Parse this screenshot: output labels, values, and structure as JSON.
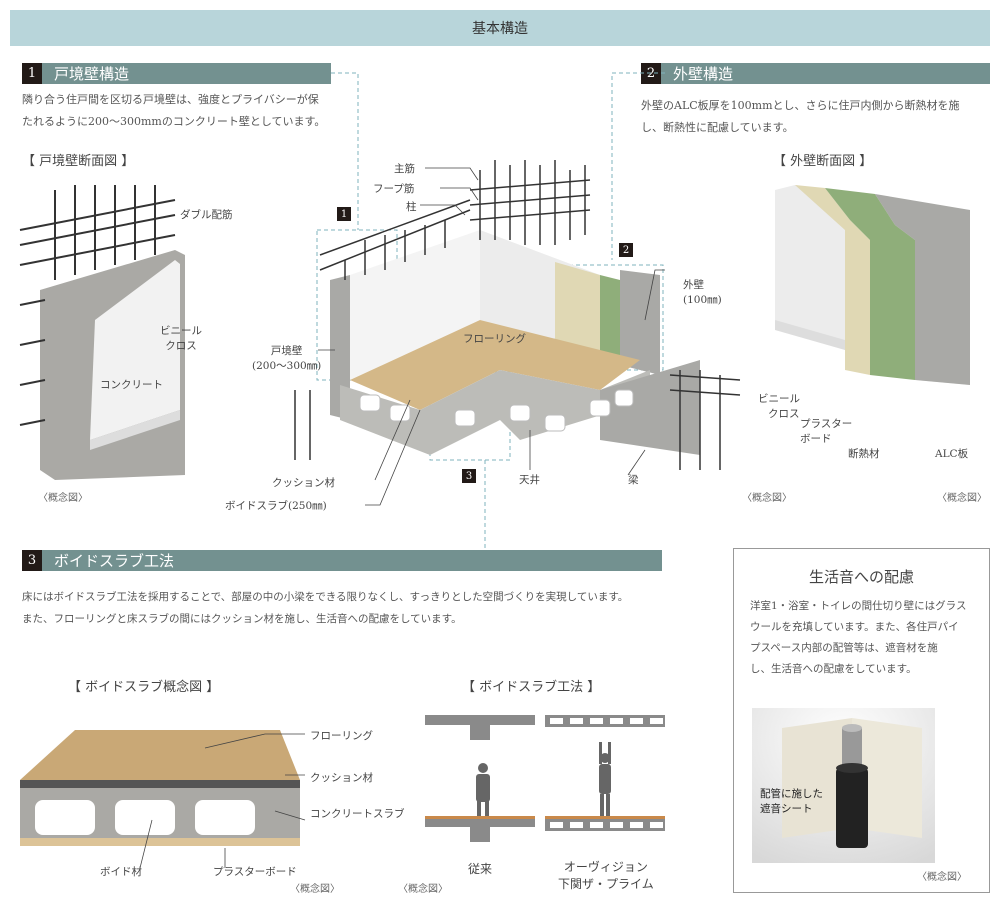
{
  "banner": {
    "title": "基本構造"
  },
  "s1": {
    "num": "1",
    "title": "戸境壁構造",
    "lines": [
      "隣り合う住戸間を区切る戸境壁は、強度とプライバシーが保",
      "たれるように200〜300mmのコンクリート壁としています。"
    ],
    "sub": "【 戸境壁断面図 】",
    "labels": {
      "rebar": "ダブル配筋",
      "cloth1": "ビニール",
      "cloth2": "クロス",
      "concrete": "コンクリート"
    },
    "note": "〈概念図〉"
  },
  "s2": {
    "num": "2",
    "title": "外壁構造",
    "lines": [
      "外壁のALC板厚を100mmとし、さらに住戸内側から断熱材を施",
      "し、断熱性に配慮しています。"
    ],
    "sub": "【 外壁断面図 】",
    "labels": {
      "cloth1": "ビニール",
      "cloth2": "クロス",
      "board1": "プラスター",
      "board2": "ボード",
      "insul": "断熱材",
      "alc": "ALC板"
    },
    "note1": "〈概念図〉",
    "note2": "〈概念図〉"
  },
  "center": {
    "main": "主筋",
    "hoop": "フープ筋",
    "column": "柱",
    "tag1": "1",
    "tag2": "2",
    "tag3": "3",
    "wall1": "戸境壁",
    "wall2": "(200〜300㎜)",
    "ext1": "外壁",
    "ext2": "(100㎜)",
    "floor": "フローリング",
    "cushion": "クッション材",
    "slab": "ボイドスラブ(250㎜)",
    "ceiling": "天井",
    "beam": "梁"
  },
  "s3": {
    "num": "3",
    "title": "ボイドスラブ工法",
    "lines": [
      "床にはボイドスラブ工法を採用することで、部屋の中の小梁をできる限りなくし、すっきりとした空間づくりを実現しています。",
      "また、フローリングと床スラブの間にはクッション材を施し、生活音への配慮をしています。"
    ],
    "sub1": "【 ボイドスラブ概念図 】",
    "sub2": "【 ボイドスラブ工法 】",
    "labels": {
      "floor": "フローリング",
      "cushion": "クッション材",
      "slab": "コンクリートスラブ",
      "void": "ボイド材",
      "board": "プラスターボード"
    },
    "note1": "〈概念図〉",
    "note2": "〈概念図〉",
    "conv": "従来",
    "new1": "オーヴィジョン",
    "new2": "下関ザ・プライム"
  },
  "side": {
    "title": "生活音への配慮",
    "lines": [
      "洋室1・浴室・トイレの間仕切り壁にはグラス",
      "ウールを充填しています。また、各住戸パイ",
      "プスペース内部の配管等は、遮音材を施",
      "し、生活音への配慮をしています。"
    ],
    "pipe1": "配管に施した",
    "pipe2": "遮音シート",
    "note": "〈概念図〉"
  },
  "colors": {
    "banner": "#b8d5da",
    "header": "#739190",
    "number": "#221a17",
    "concrete": "#a9a9a6",
    "wood": "#c9a876",
    "insul": "#8fae7a"
  }
}
